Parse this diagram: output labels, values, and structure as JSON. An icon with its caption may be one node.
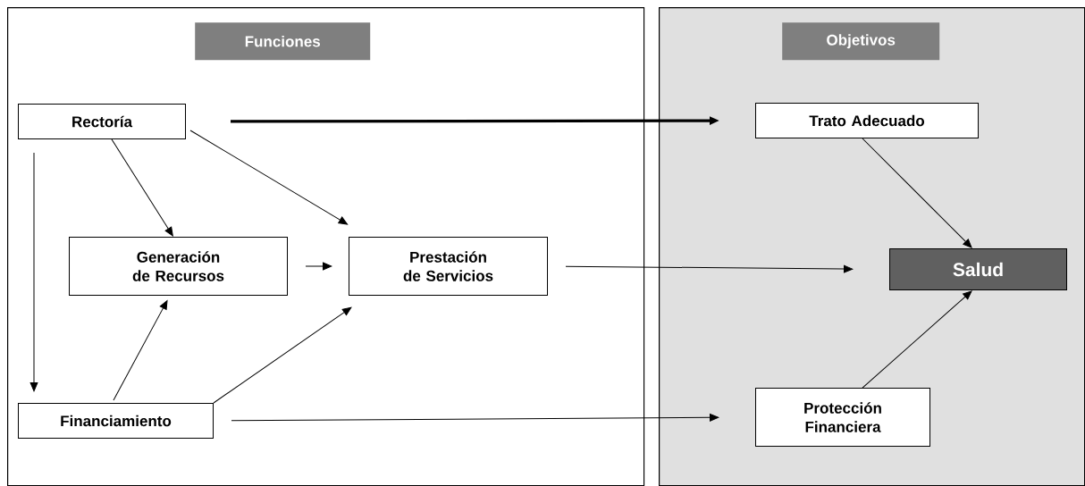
{
  "diagram": {
    "nodes": [
      {
        "text": [],
        "shape": "box"
      },
      {
        "text": [
          "Funciones"
        ],
        "in": 0
      },
      {
        "text": [
          "Rectoría"
        ],
        "in": 0
      },
      {
        "text": [
          "Generación de Recursos"
        ],
        "in": 0
      },
      {
        "text": [
          "Prestación de Servicios"
        ],
        "in": 0
      },
      {
        "text": [
          "Financiamiento"
        ],
        "in": 0
      },
      {
        "text": [],
        "shape": "box"
      },
      {
        "text": [
          "Objetivos"
        ],
        "in": 6
      },
      {
        "text": [
          "Trato Adecuado"
        ],
        "in": 6
      },
      {
        "text": [
          "Salud"
        ],
        "in": 6
      },
      {
        "text": [
          "Protección Financiera"
        ],
        "in": 6
      }
    ],
    "edges": [
      {
        "from": 2,
        "to": 8,
        "arrow": "to",
        "style": "thick"
      },
      {
        "from": 2,
        "to": 5,
        "arrow": "to"
      },
      {
        "from": 2,
        "to": 3,
        "arrow": "to"
      },
      {
        "from": 2,
        "to": 4,
        "arrow": "to"
      },
      {
        "from": 3,
        "to": 4,
        "arrow": "to"
      },
      {
        "from": 4,
        "to": 9,
        "arrow": "to"
      },
      {
        "from": 5,
        "to": 3,
        "arrow": "to"
      },
      {
        "from": 5,
        "to": 4,
        "arrow": "to"
      },
      {
        "from": 5,
        "to": 10,
        "arrow": "to"
      },
      {
        "from": 8,
        "to": 9,
        "arrow": "to"
      },
      {
        "from": 10,
        "to": 9,
        "arrow": "to"
      }
    ]
  }
}
